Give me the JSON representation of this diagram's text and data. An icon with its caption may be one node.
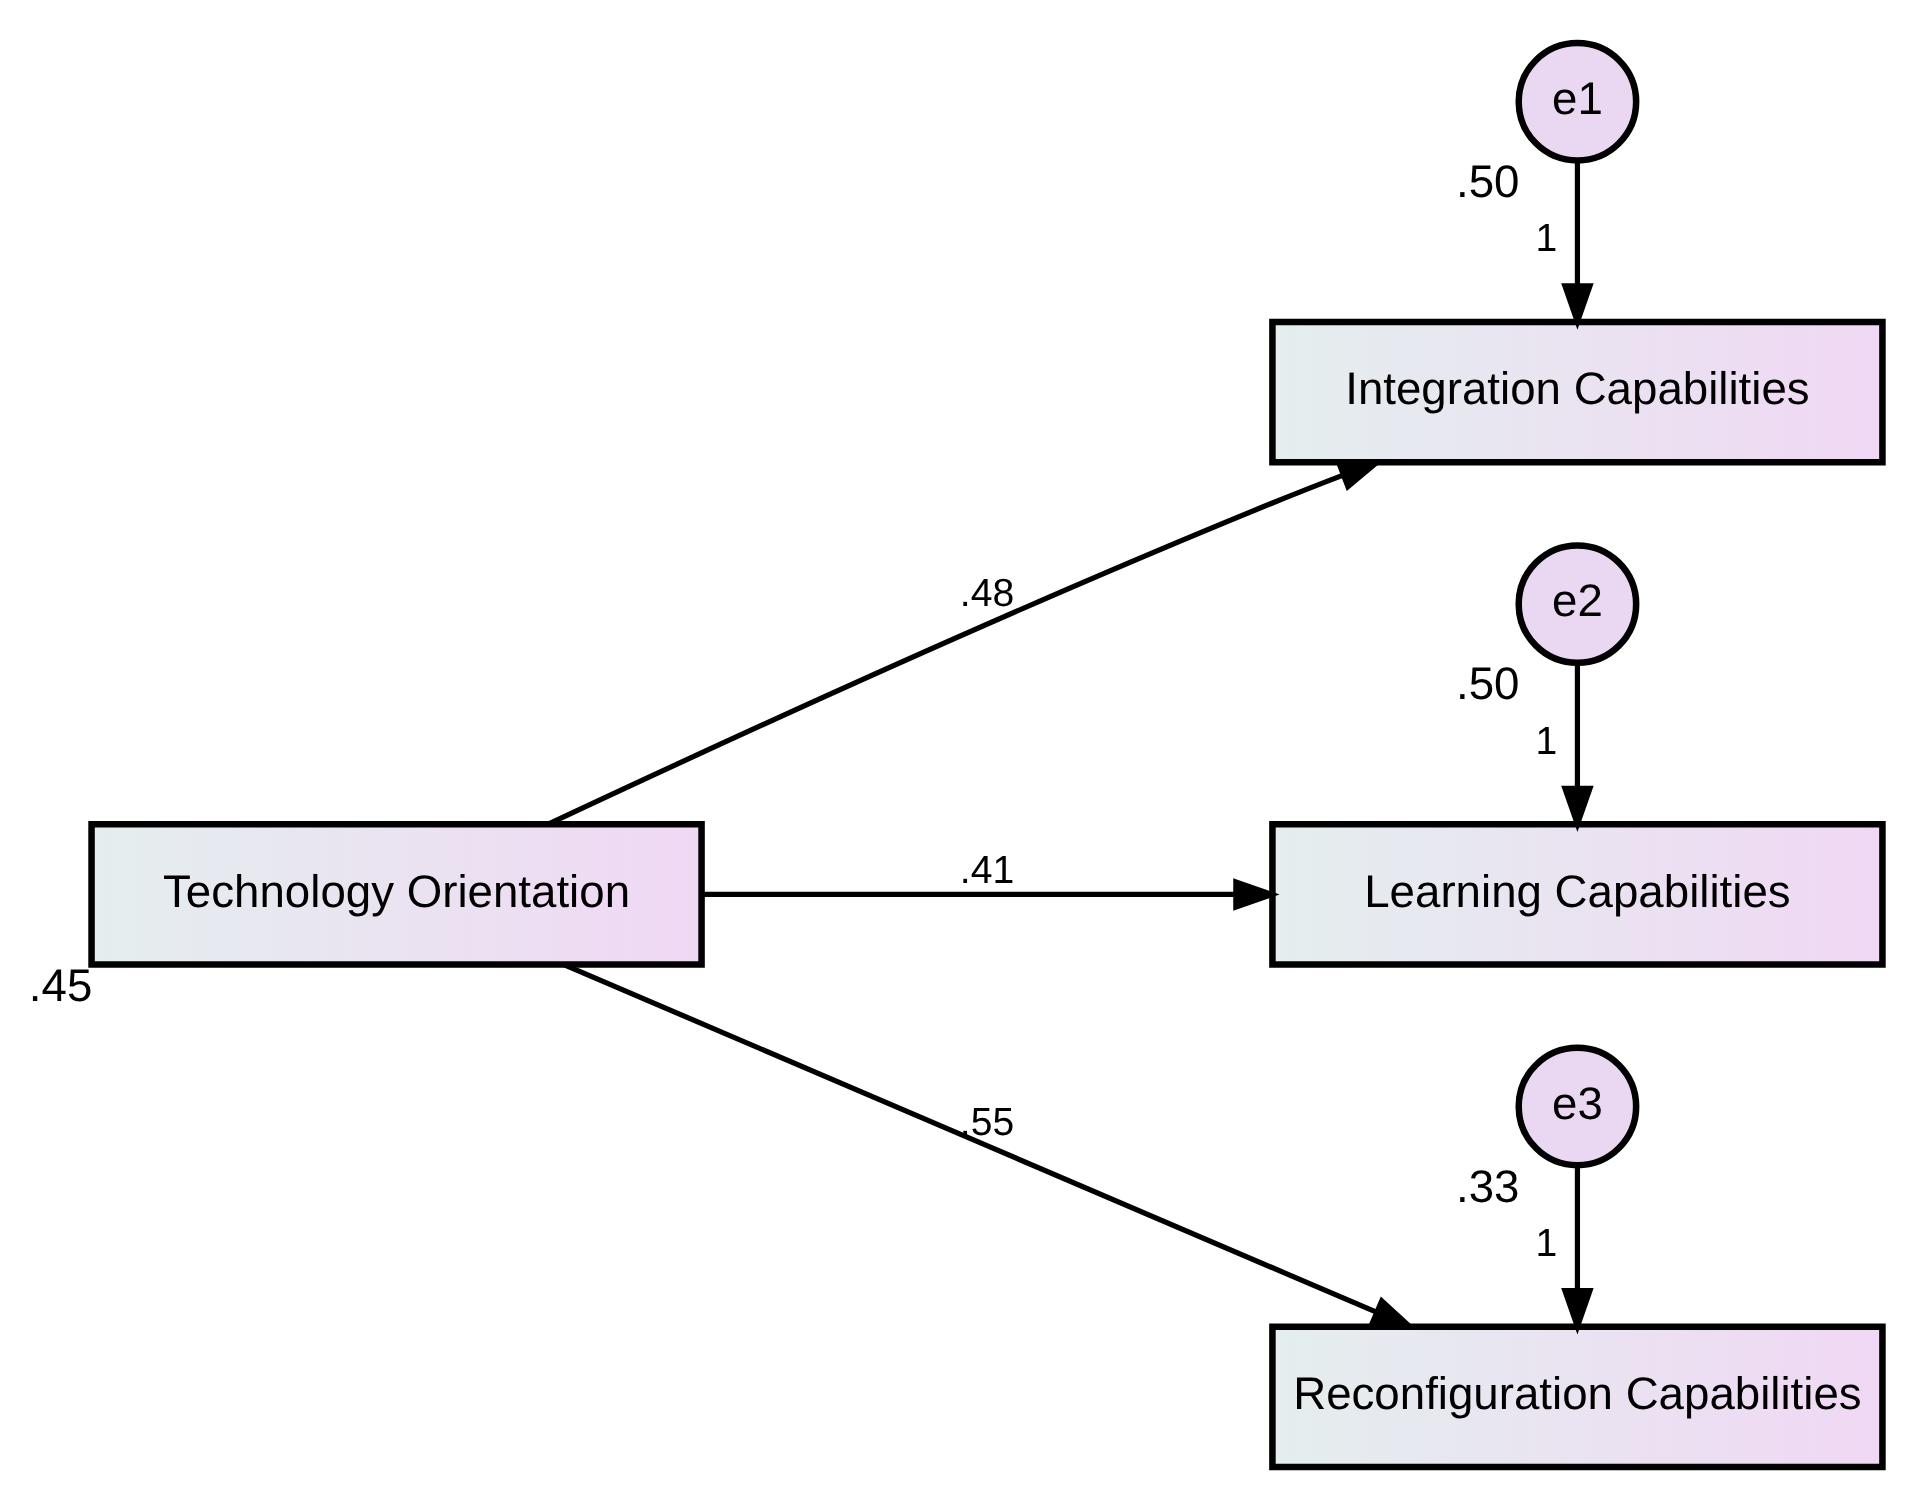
{
  "diagram": {
    "nodes": [
      {
        "text": [
          "Technology Orientation"
        ],
        "beside": [
          ".45"
        ]
      },
      {
        "text": [
          "e1"
        ],
        "beside": [
          ".50"
        ]
      },
      {
        "text": [
          "Integration Capabilities"
        ]
      },
      {
        "text": [
          "e2"
        ],
        "beside": [
          ".50"
        ]
      },
      {
        "text": [
          "Learning Capabilities"
        ]
      },
      {
        "text": [
          "e3"
        ],
        "beside": [
          ".33"
        ]
      },
      {
        "text": [
          "Reconfiguration Capabilities"
        ]
      }
    ],
    "edges": [
      {
        "from": 0,
        "to": 2,
        "arrow": "to",
        "label": ".48"
      },
      {
        "from": 0,
        "to": 4,
        "arrow": "to",
        "label": ".41"
      },
      {
        "from": 0,
        "to": 6,
        "arrow": "to",
        "label": ".55"
      },
      {
        "from": 1,
        "to": 2,
        "arrow": "to",
        "label": "1"
      },
      {
        "from": 3,
        "to": 4,
        "arrow": "to",
        "label": "1"
      },
      {
        "from": 5,
        "to": 6,
        "arrow": "to",
        "label": "1"
      }
    ]
  }
}
